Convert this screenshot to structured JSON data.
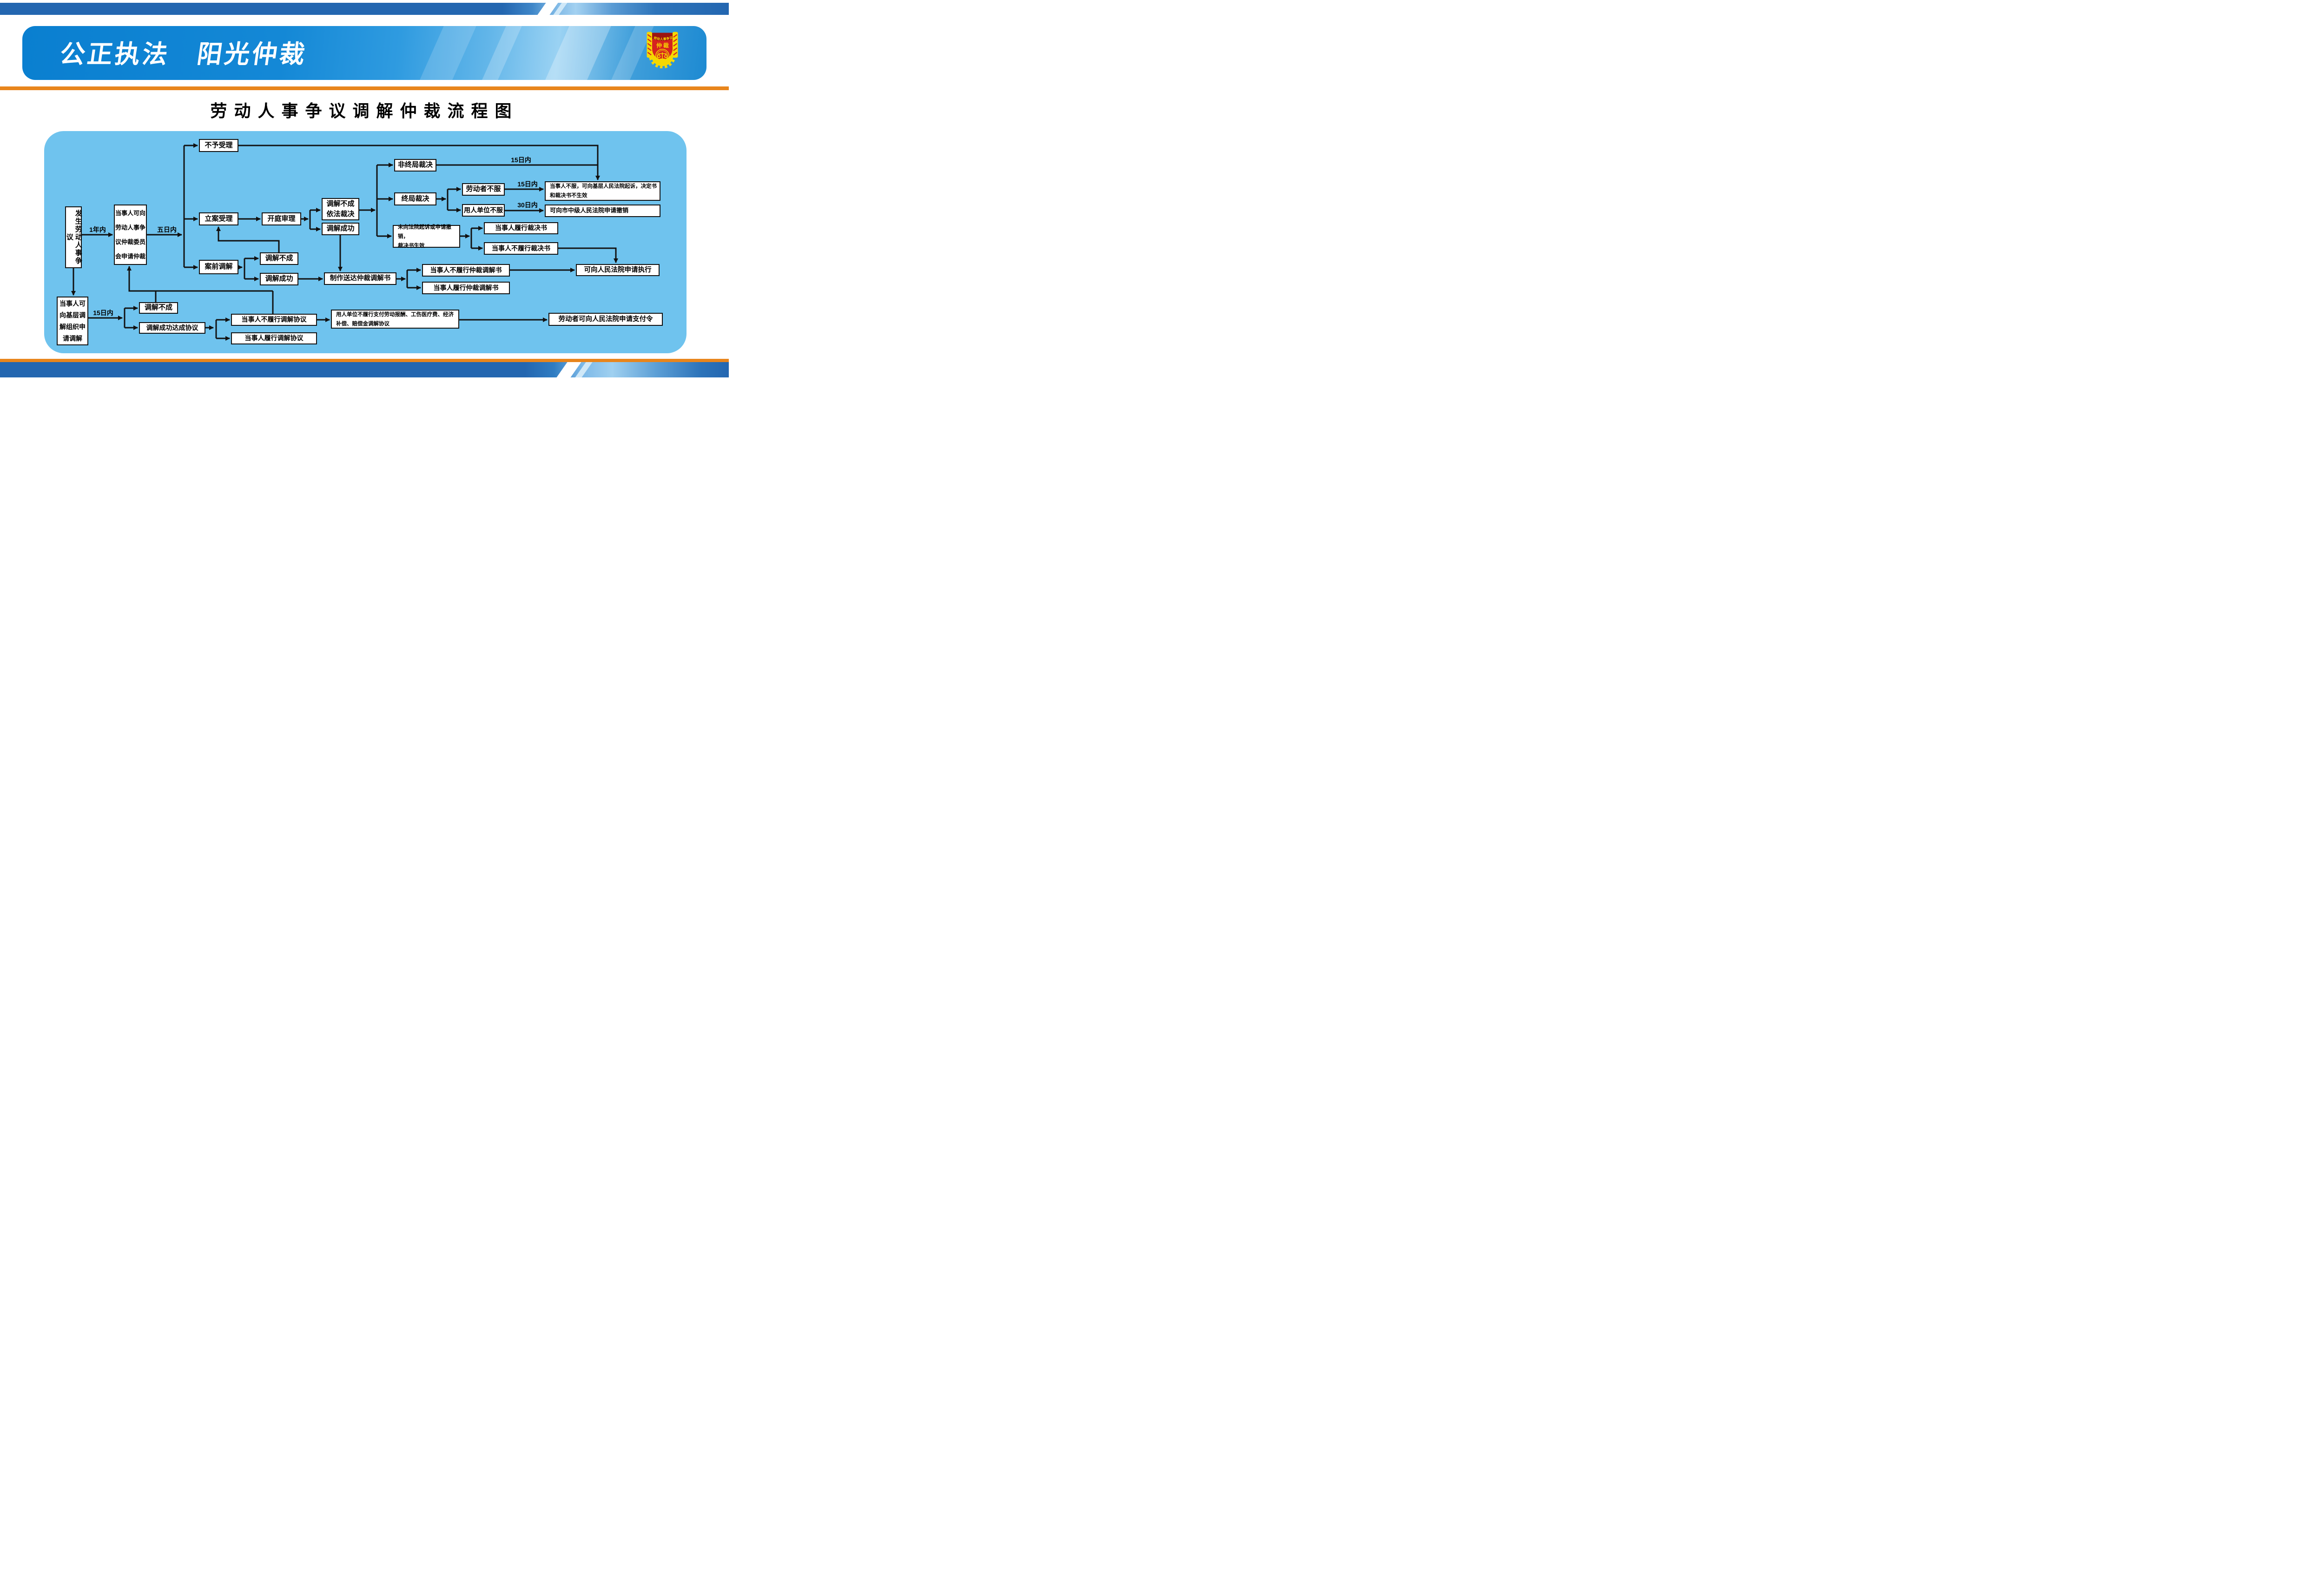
{
  "banner": {
    "slogan": "公正执法　阳光仲裁",
    "emblem": {
      "arc_text": "劳动人事争议",
      "center_text": "仲裁"
    }
  },
  "title": "劳动人事争议调解仲裁流程图",
  "flowchart": {
    "nodes": {
      "dispute_occurs": "发生劳动人事争议",
      "apply_arbitration": "当事人可向\n劳动人事争\n议仲裁委员\n会申请仲裁",
      "not_accepted": "不予受理",
      "case_accepted": "立案受理",
      "court_hearing": "开庭审理",
      "mediation_failed_ruling": "调解不成\n依法裁决",
      "mediation_succeeded": "调解成功",
      "non_final_award": "非终局裁决",
      "final_award": "终局裁决",
      "worker_dissatisfied": "劳动者不服",
      "employer_dissatisfied": "用人单位不服",
      "sue_basic_court": "当事人不服，可向基层人民法院起诉，决定书\n和裁决书不生效",
      "apply_revoke": "可向市中级人民法院申请撤销",
      "award_effective": "未向法院起诉或申请撤销，\n裁决书生效",
      "perform_award": "当事人履行裁决书",
      "not_perform_award": "当事人不履行裁决书",
      "pre_case_mediation": "案前调解",
      "pre_mediation_failed": "调解不成",
      "pre_mediation_succeeded": "调解成功",
      "make_mediation_doc": "制作送达仲裁调解书",
      "not_perform_mediation_doc": "当事人不履行仲裁调解书",
      "perform_mediation_doc": "当事人履行仲裁调解书",
      "apply_enforcement": "可向人民法院申请执行",
      "apply_grassroots_mediation": "当事人可\n向基层调\n解组织申\n请调解",
      "grassroots_mediation_failed": "调解不成",
      "grassroots_agreement": "调解成功达成协议",
      "not_perform_agreement": "当事人不履行调解协议",
      "perform_agreement": "当事人履行调解协议",
      "employer_not_pay": "用人单位不履行支付劳动报酬、工伤医疗费、经济\n补偿、赔偿金调解协议",
      "apply_payment_order": "劳动者可向人民法院申请支付令"
    },
    "labels": {
      "within_1_year": "1年内",
      "within_5_days": "五日内",
      "within_15_days_top": "15日内",
      "within_15_days_worker": "15日内",
      "within_30_days": "30日内",
      "within_15_days_grassroots": "15日内"
    }
  },
  "colors": {
    "panel_blue": "#6fc3ee",
    "accent_orange": "#e8851c",
    "banner_blue": "#0f86d2",
    "bar_blue": "#2366b0",
    "emblem_red": "#d6231f",
    "emblem_yellow": "#f5d800"
  }
}
